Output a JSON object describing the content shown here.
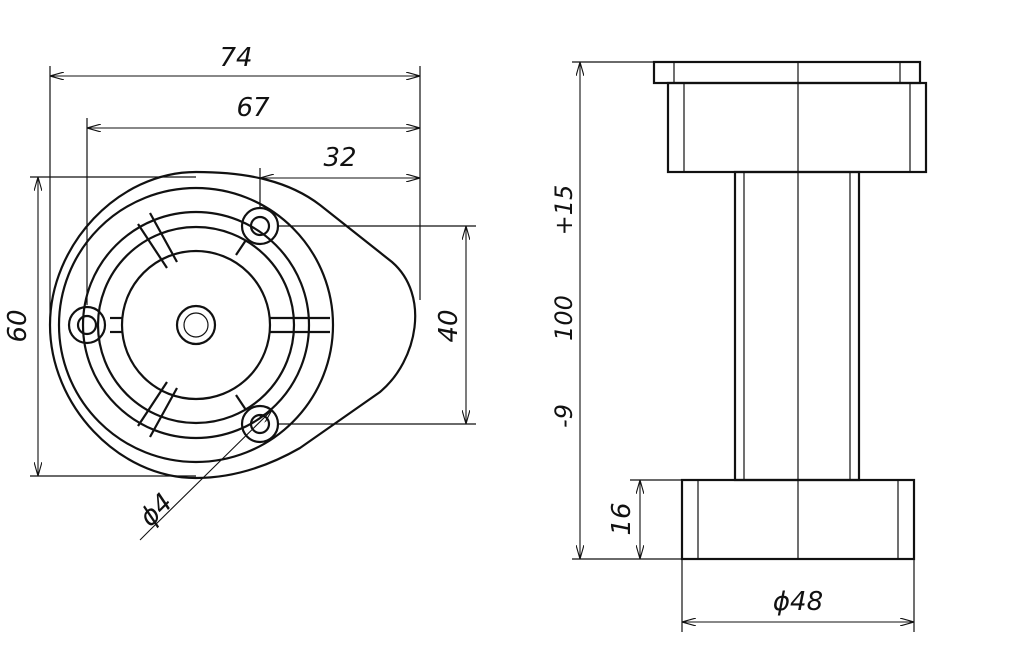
{
  "dimensions": {
    "top_width": "74",
    "holes_span": "67",
    "half_span": "32",
    "height_left": "60",
    "holes_vertical": "40",
    "hole_diameter": "ϕ4",
    "height_range_upper": "+15",
    "height_nominal": "100",
    "height_range_lower": "-9",
    "foot_height": "16",
    "foot_diameter": "ϕ48"
  }
}
